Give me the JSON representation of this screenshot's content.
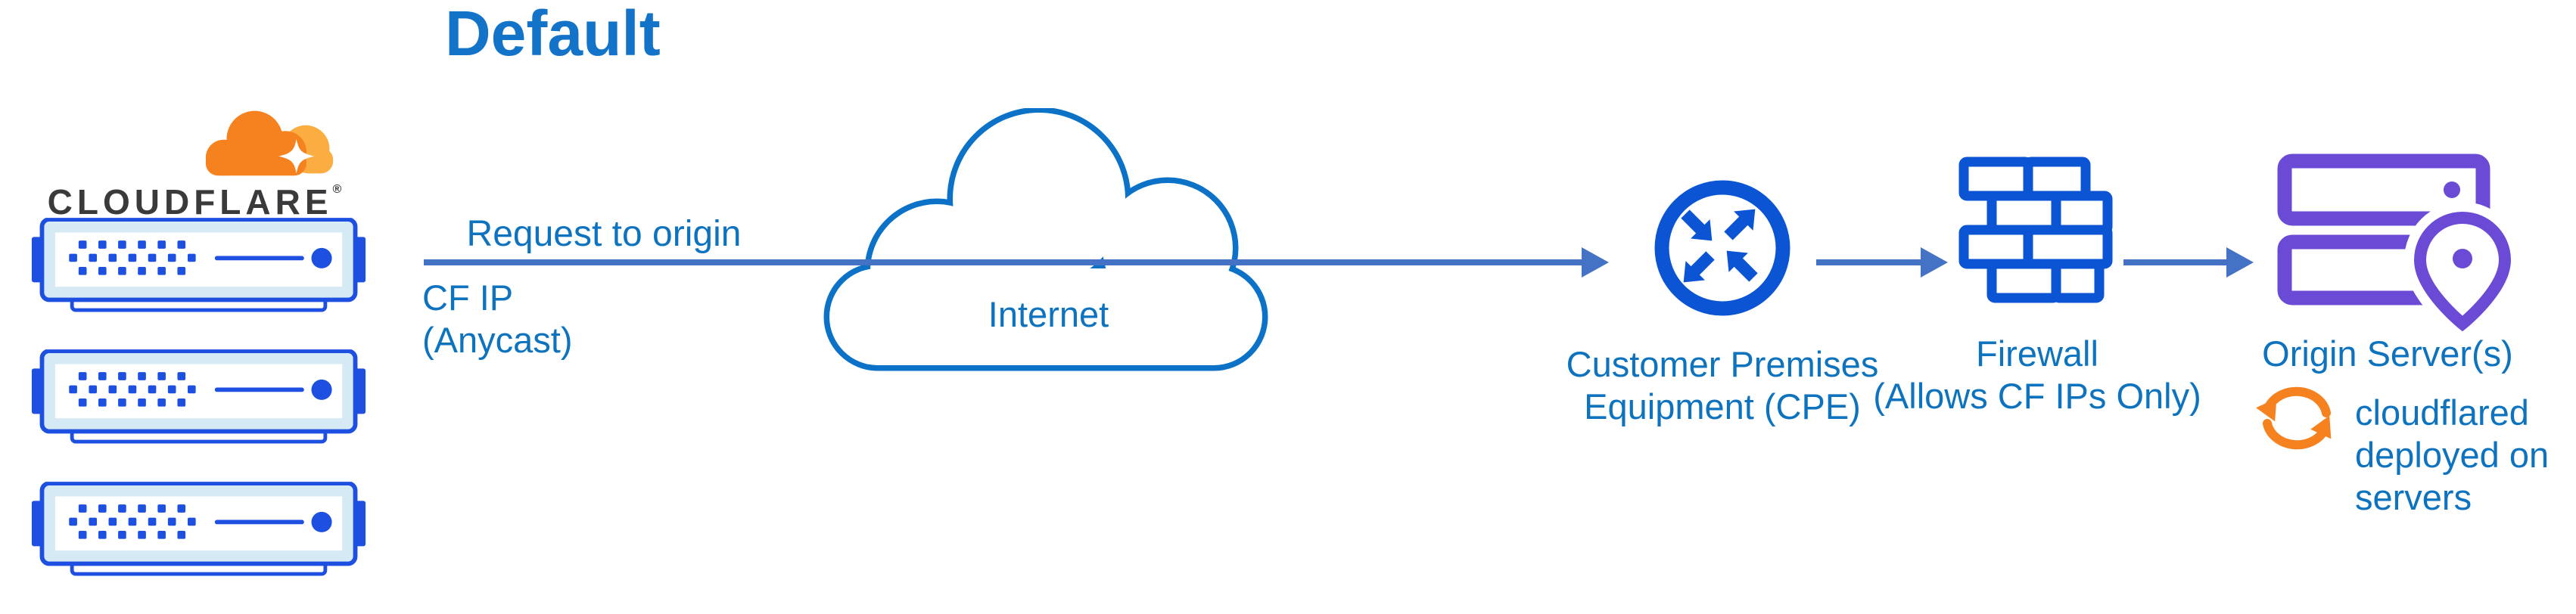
{
  "title": "Default",
  "logo": {
    "wordmark": "CLOUDFLARE",
    "registered": "®"
  },
  "labels": {
    "request": "Request to origin",
    "cf_ip": "CF IP\n(Anycast)"
  },
  "nodes": {
    "internet": {
      "label": "Internet"
    },
    "cpe": {
      "label": "Customer Premises\nEquipment (CPE)"
    },
    "firewall": {
      "label": "Firewall\n(Allows CF IPs Only)"
    },
    "origin": {
      "label": "Origin Server(s)",
      "note": "cloudflared\ndeployed on\nservers"
    }
  },
  "icons": {
    "cloudflare_logo": "cloudflare-cloud-logo",
    "edge_servers": "server-rack-icon",
    "internet": "cloud-icon",
    "cpe": "router-crossed-arrows-icon",
    "firewall": "brick-wall-icon",
    "origin": "server-location-pin-icon",
    "cloudflared": "sync-arrows-icon"
  },
  "colors": {
    "title_blue": "#1273C8",
    "label_blue": "#0E73BE",
    "arrow_blue": "#4472C4",
    "icon_blue": "#0B55D4",
    "server_blue": "#1D4FE0",
    "server_fill": "#D6EAF5",
    "cloud_stroke": "#0B72C8",
    "origin_purple": "#6B4BD6",
    "cf_orange": "#F6821F",
    "cf_orange_light": "#FBAD41",
    "wordmark_dark": "#3A3A3C"
  }
}
